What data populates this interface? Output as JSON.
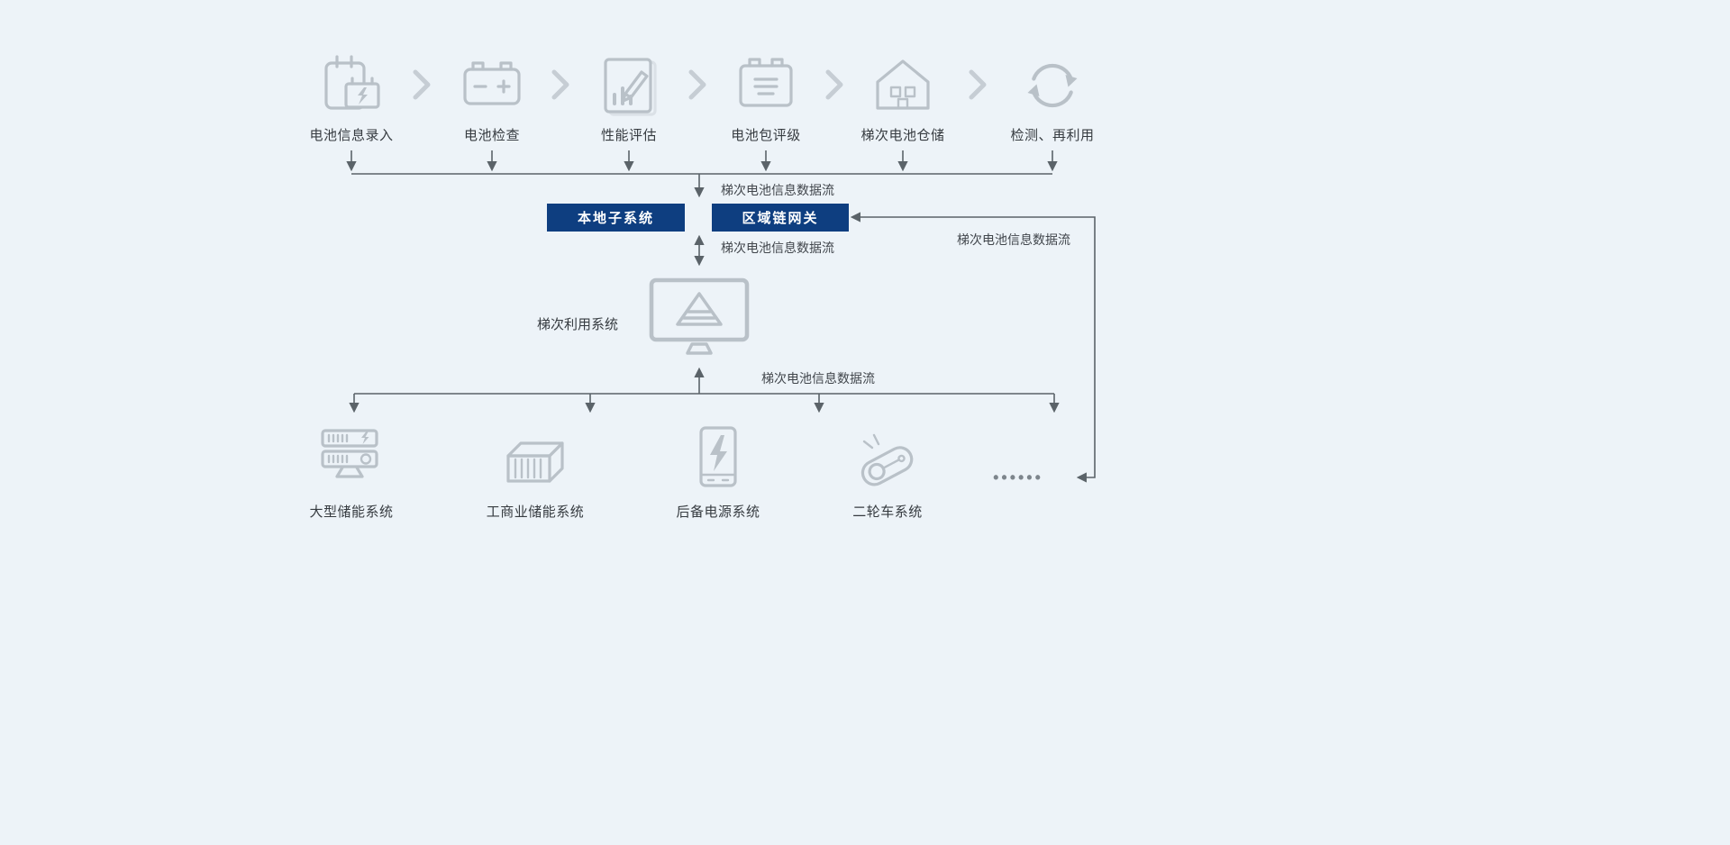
{
  "top_flow": {
    "steps": [
      {
        "label": "电池信息录入",
        "icon": "battery-info-entry-icon"
      },
      {
        "label": "电池检查",
        "icon": "battery-check-icon"
      },
      {
        "label": "性能评估",
        "icon": "performance-evaluation-icon"
      },
      {
        "label": "电池包评级",
        "icon": "battery-pack-rating-icon"
      },
      {
        "label": "梯次电池仓储",
        "icon": "battery-storage-icon"
      },
      {
        "label": "检测、再利用",
        "icon": "recycle-reuse-icon"
      }
    ]
  },
  "data_flow_labels": {
    "collect": "梯次电池信息数据流",
    "link": "梯次电池信息数据流",
    "distribute": "梯次电池信息数据流",
    "feedback": "梯次电池信息数据流"
  },
  "middleware": {
    "local_subsystem_label": "本地子系统",
    "chain_gateway_label": "区域链网关"
  },
  "core_system": {
    "label": "梯次利用系统",
    "icon": "monitor-icon"
  },
  "applications": {
    "items": [
      {
        "label": "大型储能系统",
        "icon": "large-storage-icon"
      },
      {
        "label": "工商业储能系统",
        "icon": "commercial-storage-icon"
      },
      {
        "label": "后备电源系统",
        "icon": "backup-power-icon"
      },
      {
        "label": "二轮车系统",
        "icon": "two-wheeler-icon"
      }
    ],
    "ellipsis": "••••••"
  },
  "colors": {
    "background": "#edf3f8",
    "accent_box": "#0e3e80",
    "icon_gray": "#b9c1c8",
    "connector_gray": "#5b6369",
    "text_dark": "#363b40"
  }
}
